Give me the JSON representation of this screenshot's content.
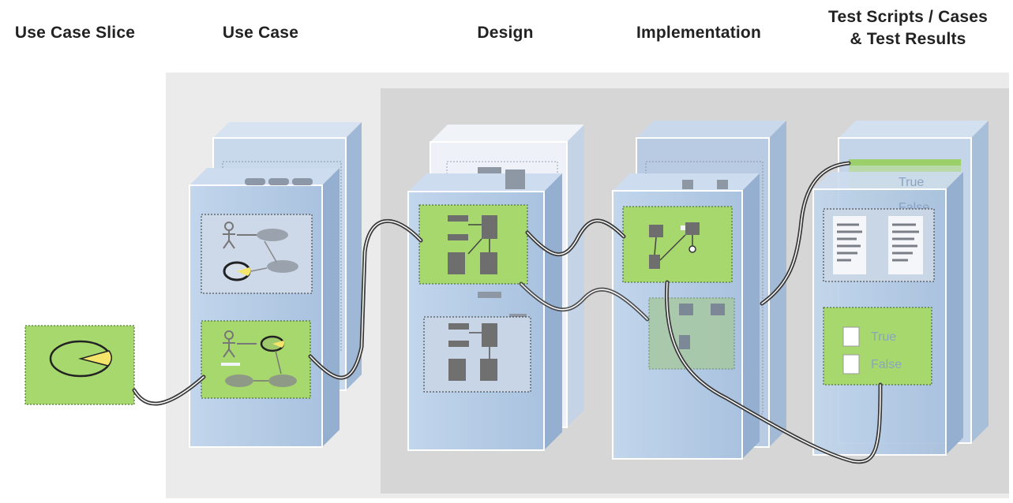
{
  "columns": {
    "slice": {
      "title": "Use Case Slice"
    },
    "usecase": {
      "title": "Use Case"
    },
    "design": {
      "title": "Design"
    },
    "implementation": {
      "title": "Implementation"
    },
    "test": {
      "title_line1": "Test Scripts / Cases",
      "title_line2": "& Test Results"
    }
  },
  "test_results": {
    "upper_true": "True",
    "upper_false": "False",
    "lower_true": "True",
    "lower_false": "False"
  },
  "colors": {
    "slice_green": "#a6d86e",
    "stack_blue": "#b6cde6",
    "backdrop_gray": "#d9d9d9",
    "backdrop_light": "#ececec",
    "pie_yellow": "#f5e66b",
    "connector": "#3a3a3a"
  }
}
